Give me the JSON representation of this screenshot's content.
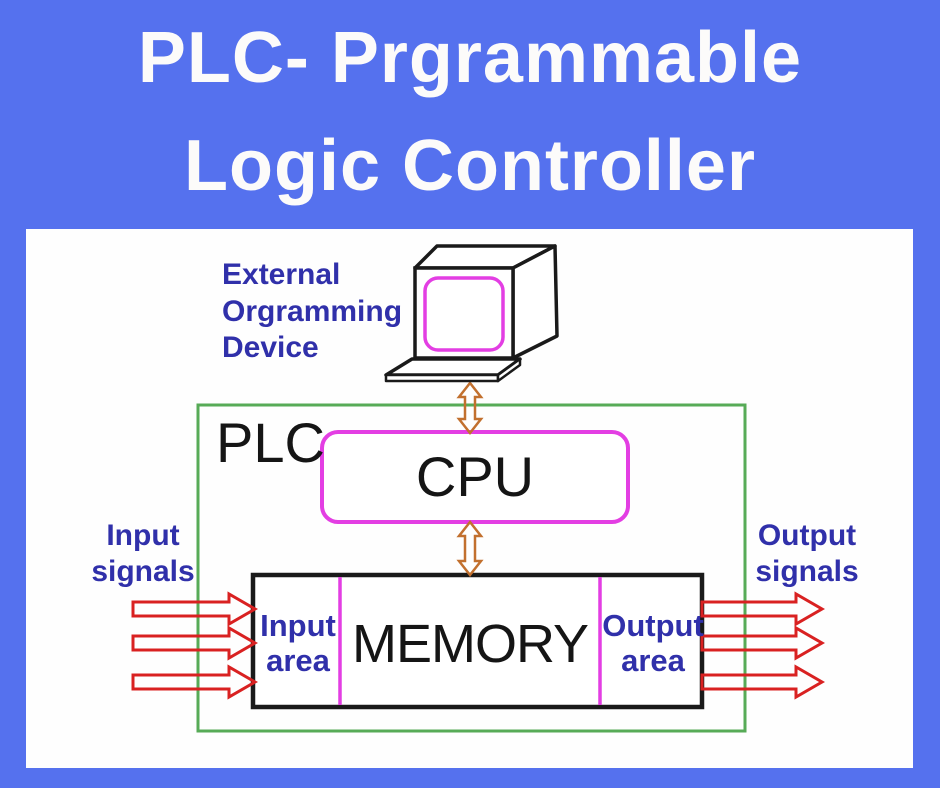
{
  "title": {
    "line1": "PLC- Prgrammable",
    "line2": "Logic Controller"
  },
  "diagram": {
    "external_device": {
      "line1": "External",
      "line2": "Orgramming",
      "line3": "Device"
    },
    "plc_box_label": "PLC",
    "cpu_label": "CPU",
    "memory_label": "MEMORY",
    "input_area": {
      "line1": "Input",
      "line2": "area"
    },
    "output_area": {
      "line1": "Output",
      "line2": "area"
    },
    "input_signals": {
      "line1": "Input",
      "line2": "signals"
    },
    "output_signals": {
      "line1": "Output",
      "line2": "signals"
    },
    "input_arrow_count": 3,
    "output_arrow_count": 3
  },
  "colors": {
    "background_blue": "#5571ee",
    "title_text": "#fcfbfa",
    "panel_white": "#fefefe",
    "label_blue": "#3030aa",
    "box_green": "#57ab57",
    "magenta": "#e33ee3",
    "arrow_orange": "#c2702e",
    "arrow_red": "#d92121",
    "line_black": "#1a1a1a"
  }
}
